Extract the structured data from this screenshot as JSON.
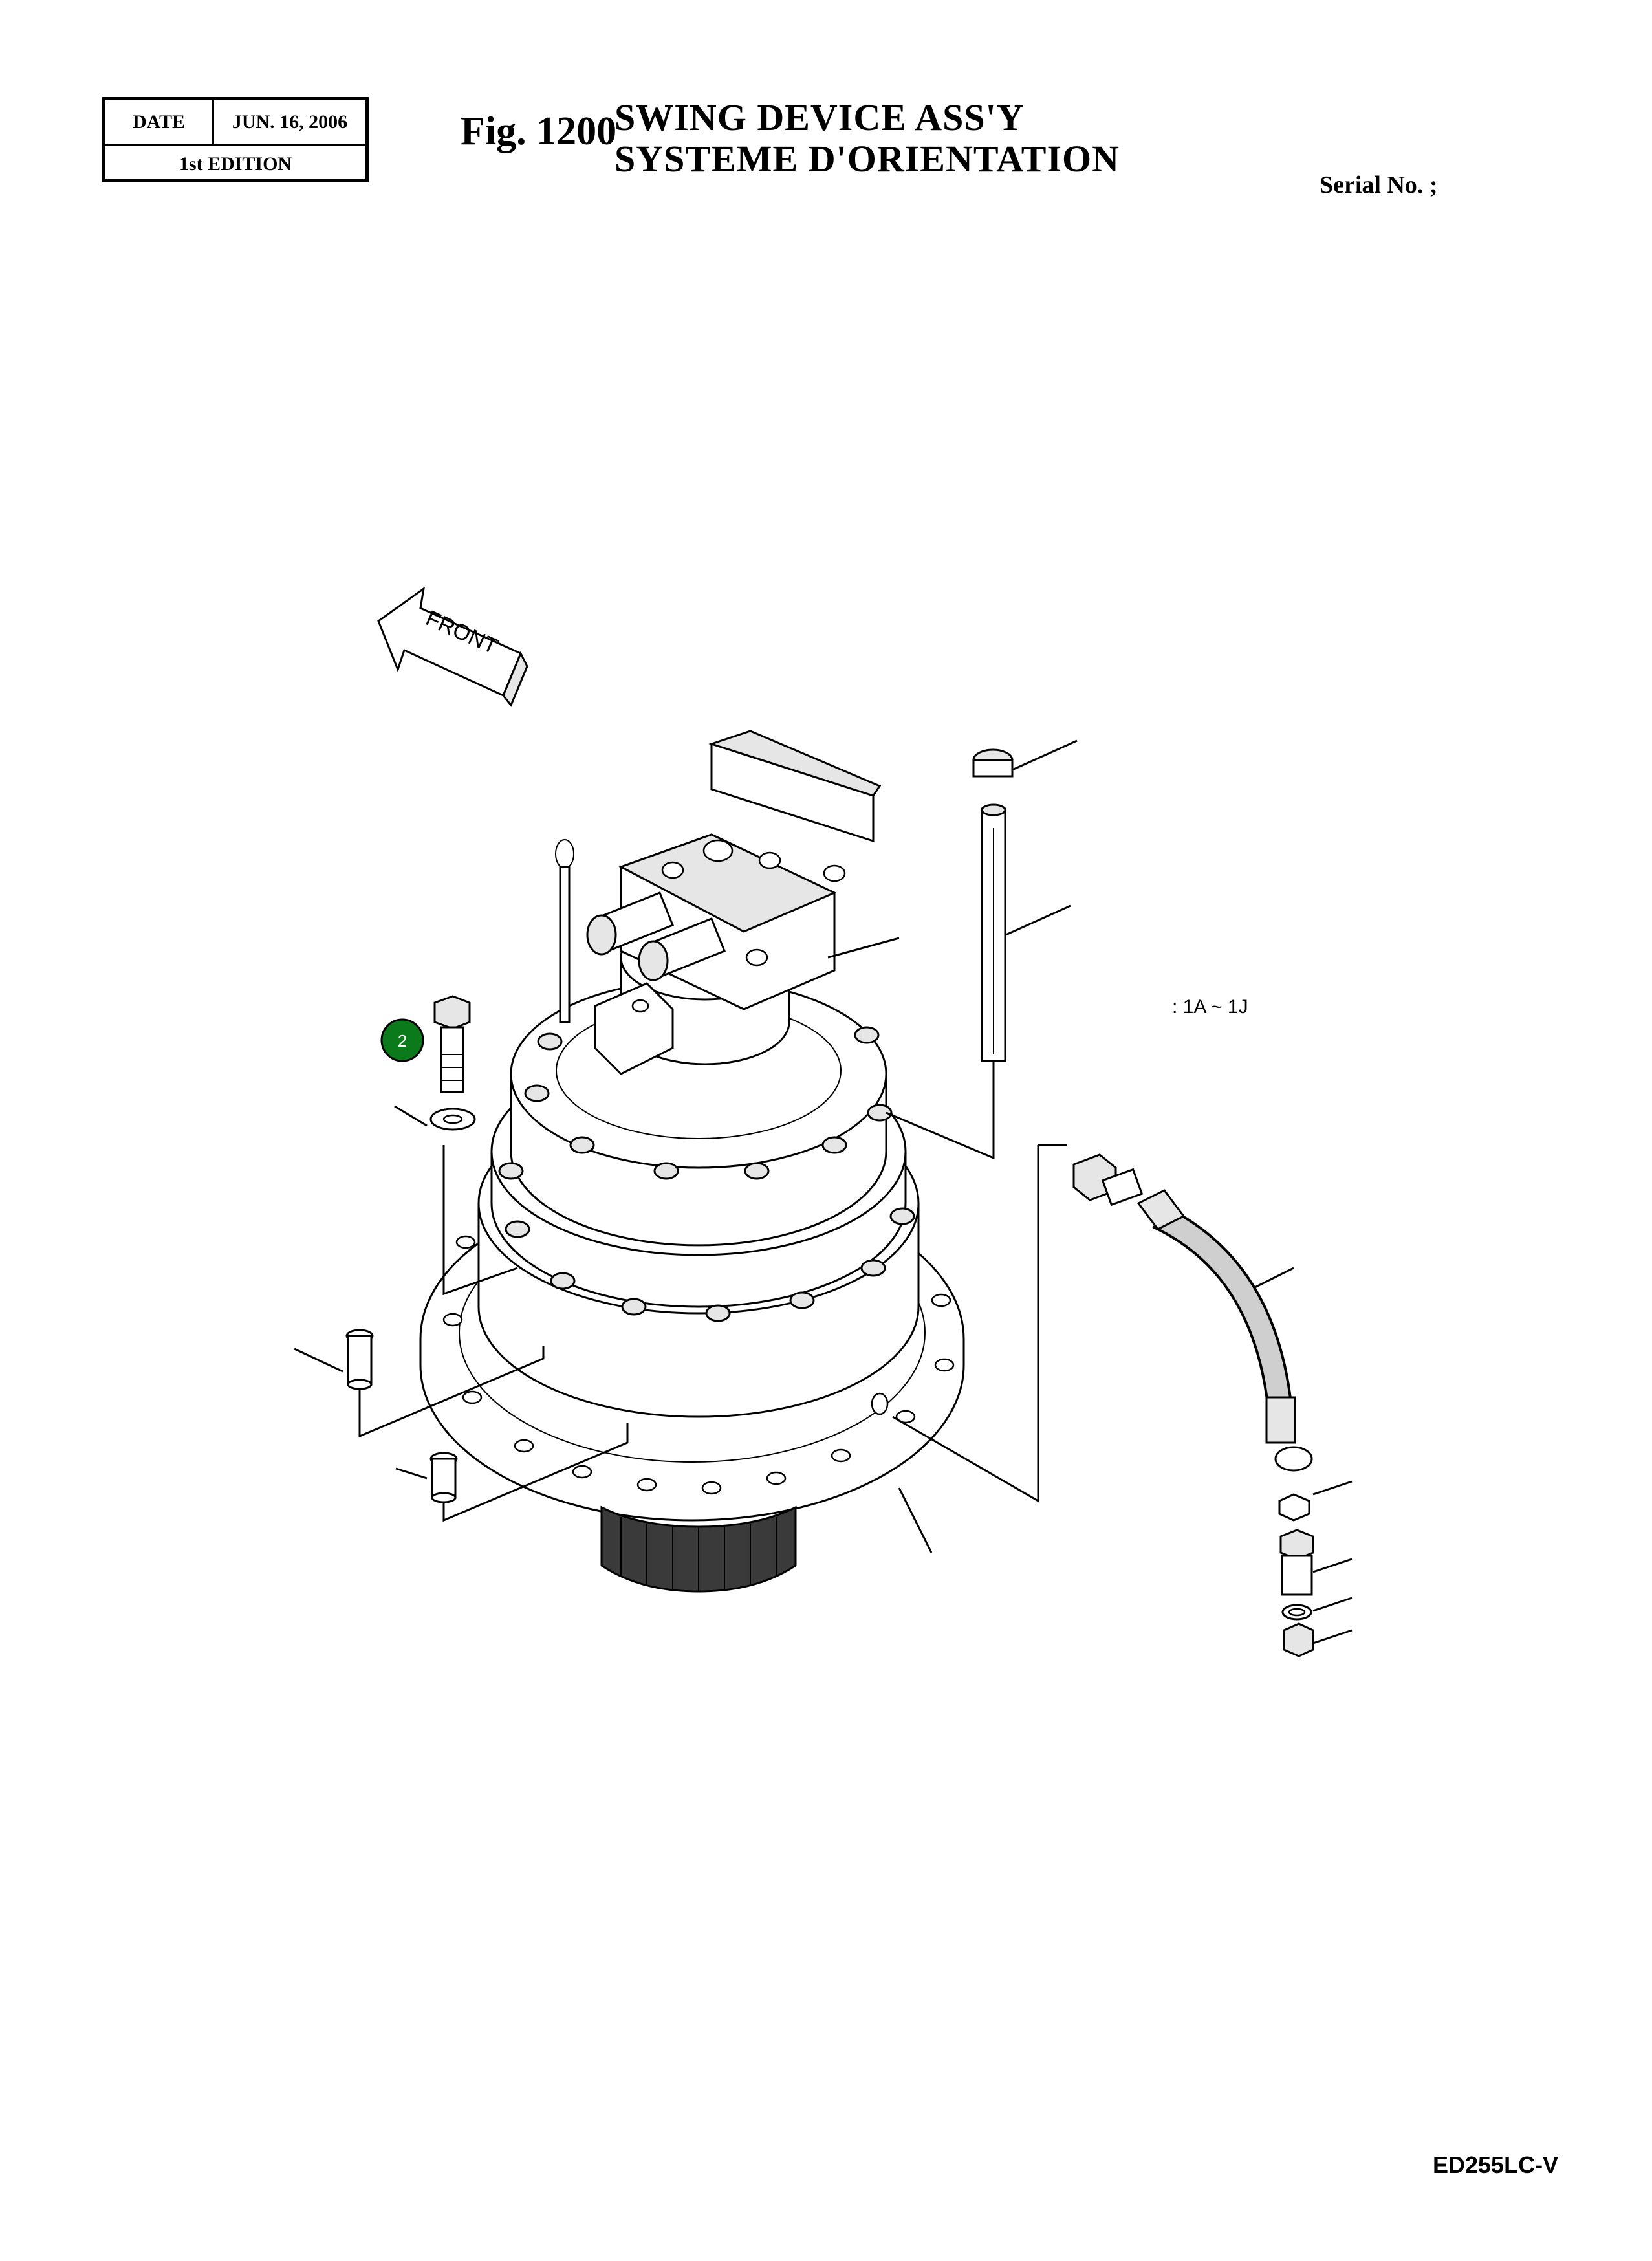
{
  "header": {
    "date_label": "DATE",
    "date_value": "JUN. 16, 2006",
    "edition": "1st EDITION",
    "fig_number": "Fig. 1200",
    "title_en": "SWING DEVICE ASS'Y",
    "title_fr": "SYSTEME D'ORIENTATION",
    "serial_label": "Serial No. ;"
  },
  "diagram": {
    "front_label": "FRONT",
    "range_label": ": 1A ~ 1J",
    "callouts": [
      {
        "number": "2",
        "color": "#0a7a1a"
      }
    ],
    "icons": [
      "front-direction-arrow-icon"
    ]
  },
  "footer": {
    "model_code": "ED255LC-V"
  }
}
